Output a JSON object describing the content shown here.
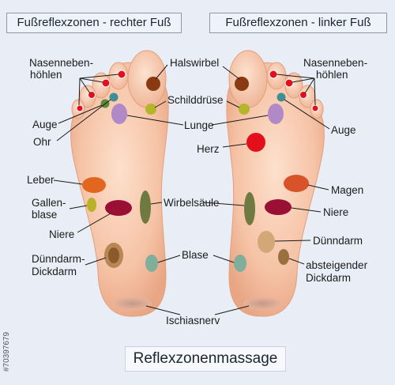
{
  "headers": {
    "right_foot": "Fußreflexzonen - rechter Fuß",
    "left_foot": "Fußreflexzonen - linker Fuß"
  },
  "caption": "Reflexzonenmassage",
  "stock_id": "#70397679",
  "labels": {
    "nasennebenhoehlen_right_1": "Nasenneben-",
    "nasennebenhoehlen_right_2": "höhlen",
    "halswirbel": "Halswirbel",
    "nasennebenhoehlen_left_1": "Nasenneben-",
    "nasennebenhoehlen_left_2": "höhlen",
    "auge_right": "Auge",
    "schilddruese": "Schilddrüse",
    "auge_left": "Auge",
    "ohr": "Ohr",
    "lunge": "Lunge",
    "herz": "Herz",
    "leber": "Leber",
    "magen": "Magen",
    "gallenblase_1": "Gallen-",
    "gallenblase_2": "blase",
    "wirbelsaeule": "Wirbelsäule",
    "niere_right": "Niere",
    "niere_left": "Niere",
    "duenndarm_left": "Dünndarm",
    "duenndarm_dickdarm_1": "Dünndarm-",
    "duenndarm_dickdarm_2": "Dickdarm",
    "blase": "Blase",
    "absteigender_1": "absteigender",
    "absteigender_2": "Dickdarm",
    "ischiasnerv": "Ischiasnerv"
  },
  "colors": {
    "sinus": "#e3101b",
    "halswirbel": "#8a3a10",
    "schilddruese": "#b5b52a",
    "eye": "#5c8a3a",
    "ear": "#3f8f95",
    "lung": "#b089c6",
    "heart": "#e3101b",
    "liver": "#e2661e",
    "gallbladder": "#b8b22a",
    "spine": "#6e7a40",
    "kidney": "#9a0f34",
    "intestine": "#b07f4a",
    "bladder": "#7fae9a",
    "sciatic": "#c79a8a",
    "descending_colon": "#9a7040"
  }
}
